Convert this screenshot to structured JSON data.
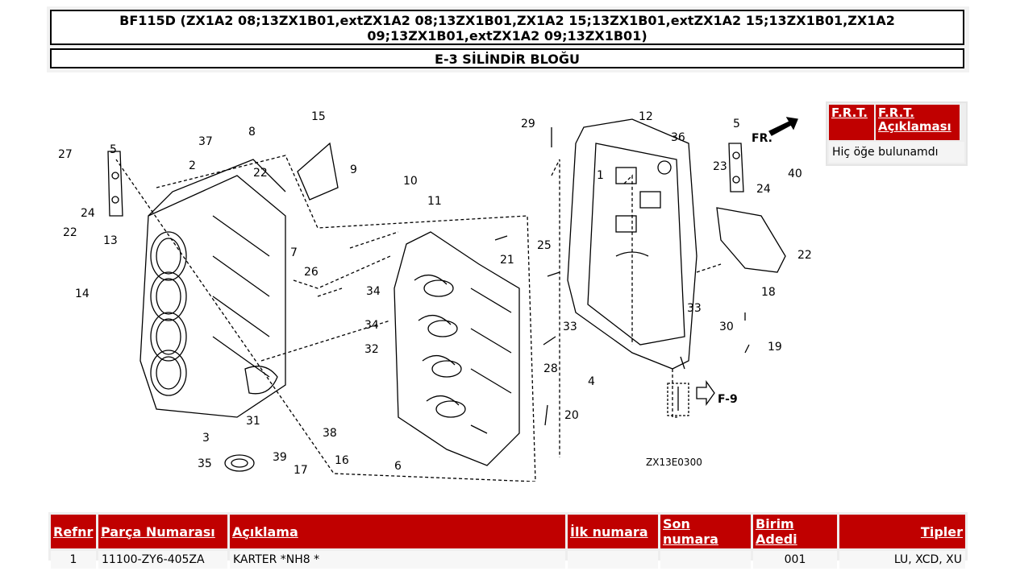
{
  "header": {
    "model_title": "BF115D (ZX1A2 08;13ZX1B01,extZX1A2 08;13ZX1B01,ZX1A2 15;13ZX1B01,extZX1A2 15;13ZX1B01,ZX1A2 09;13ZX1B01,extZX1A2 09;13ZX1B01)",
    "section_title": "E-3 SİLİNDİR BLOĞU"
  },
  "diagram": {
    "code": "ZX13E0300",
    "fr_label": "FR.",
    "ref_label": "F-9",
    "callouts": [
      "1",
      "2",
      "3",
      "4",
      "5",
      "5",
      "6",
      "7",
      "8",
      "9",
      "10",
      "11",
      "12",
      "13",
      "14",
      "15",
      "16",
      "17",
      "18",
      "19",
      "20",
      "21",
      "22",
      "22",
      "22",
      "23",
      "24",
      "24",
      "25",
      "26",
      "27",
      "28",
      "29",
      "30",
      "31",
      "32",
      "33",
      "33",
      "34",
      "34",
      "35",
      "36",
      "37",
      "38",
      "39",
      "40"
    ]
  },
  "frt_panel": {
    "col1": "F.R.T.",
    "col2": "F.R.T. Açıklaması",
    "empty_text": "Hiç öğe bulunamdı"
  },
  "parts_table": {
    "headers": {
      "refnr": "Refnr",
      "part_number": "Parça Numarası",
      "description": "Açıklama",
      "first_number": "İlk numara",
      "last_number": "Son numara",
      "unit_qty": "Birim Adedi",
      "types": "Tipler"
    },
    "rows": [
      {
        "refnr": "1",
        "part_number": "11100-ZY6-405ZA",
        "description": "KARTER *NH8 *",
        "first_number": "",
        "last_number": "",
        "unit_qty": "001",
        "types": "LU, XCD, XU"
      }
    ]
  }
}
